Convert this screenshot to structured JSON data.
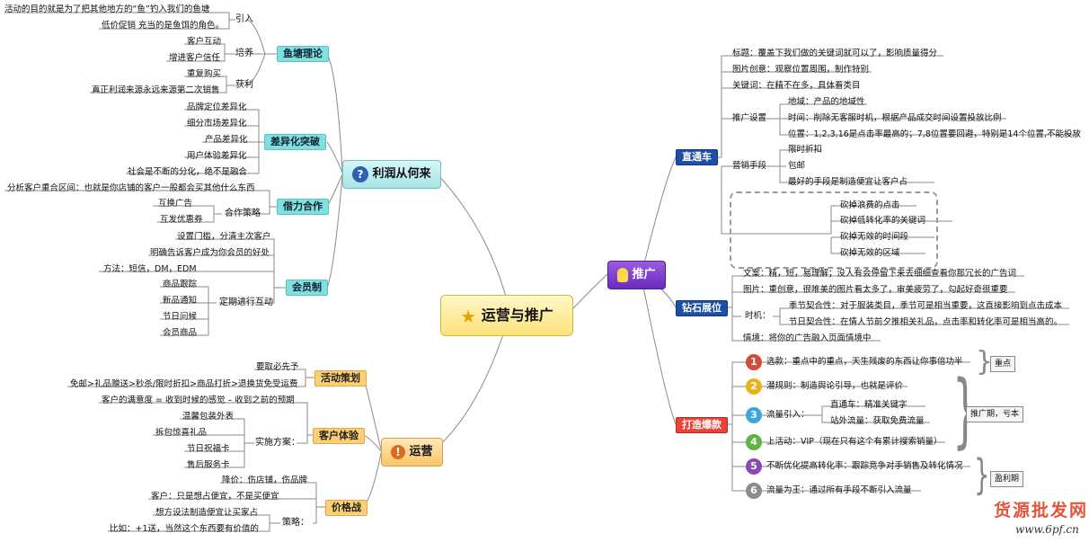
{
  "center": {
    "label": "运营与推广"
  },
  "profit": {
    "label": "利润从何来",
    "pond": {
      "label": "鱼塘理论",
      "groups": [
        {
          "label": "引入",
          "items": [
            "活动的目的就是为了把其他地方的“鱼”钓入我们的鱼塘",
            "低价促销 充当的是鱼饵的角色。"
          ]
        },
        {
          "label": "培养",
          "items": [
            "客户互动",
            "增进客户信任"
          ]
        },
        {
          "label": "获利",
          "items": [
            "重复购买",
            "真正利润来源永远来源第二次销售"
          ]
        }
      ]
    },
    "diff": {
      "label": "差异化突破",
      "items": [
        "品牌定位差异化",
        "细分市场差异化",
        "产品差异化",
        "用户体验差异化",
        "社会是不断的分化，绝不是融合"
      ]
    },
    "coop": {
      "label": "借力合作",
      "note": "分析客户重合区间：也就是你店铺的客户一般都会买其他什么东西",
      "strategy": {
        "label": "合作策略",
        "items": [
          "互换广告",
          "互发优惠券"
        ]
      }
    },
    "member": {
      "label": "会员制",
      "items": [
        "设置门槛，分清主次客户",
        "明确告诉客户成为你会员的好处",
        "方法：短信，DM，EDM"
      ],
      "interact": {
        "label": "定期进行互动",
        "items": [
          "商品跟踪",
          "新品通知",
          "节日问候",
          "会员商品"
        ]
      }
    }
  },
  "ops": {
    "label": "运营",
    "campaign": {
      "label": "活动策划",
      "items": [
        "要取必先予",
        "免邮>礼品赠送>秒杀/限时折扣>商品打折>退换货免受运费"
      ]
    },
    "experience": {
      "label": "客户体验",
      "formula": "客户的满意度 = 收到时候的感觉 – 收到之前的预期",
      "plan": {
        "label": "实施方案：",
        "items": [
          "温馨包装外表",
          "拆包惊喜礼品",
          "节日祝福卡",
          "售后服务卡"
        ]
      }
    },
    "price": {
      "label": "价格战",
      "items": [
        "降价：伤店铺，伤品牌",
        "客户：只是想占便宜，不是买便宜"
      ],
      "strategy": {
        "label": "策略：",
        "items": [
          "想方设法制造便宜让买家占",
          "比如：+1送，当然这个东西要有价值的"
        ]
      }
    }
  },
  "promo": {
    "label": "推广",
    "ztc": {
      "label": "直通车",
      "items": [
        "标题：覆盖下我们做的关键词就可以了，影响质量得分",
        "图片创意：观察位置周围，制作特别",
        "关键词：在精不在多，具体看类目"
      ],
      "settings": {
        "label": "推广设置",
        "items": [
          "地域：产品的地域性",
          "时间：削除无客服时机，根据产品成交时间设置投放比例",
          "位置：1,2,3,16是点击率最高的；7,8位置要回避，特别是14个位置,不能投放"
        ]
      },
      "marketing": {
        "label": "营销手段",
        "items": [
          "限时折扣",
          "包邮",
          "最好的手段是制造便宜让客户占"
        ]
      },
      "cut": [
        "砍掉浪费的点击",
        "砍掉低转化率的关键词",
        "砍掉无效的时间段",
        "砍掉无效的区域"
      ]
    },
    "zs": {
      "label": "钻石展位",
      "items": [
        "文案：精，短，易理解；没人有会停留下来去细细查看你那冗长的广告词",
        "图片：重创意，很唯美的图片看太多了，审美疲劳了，勾起好奇很重要"
      ],
      "timing": {
        "label": "时机：",
        "items": [
          "季节契合性：对于服装类目，季节可是相当重要，这直接影响到点击成本",
          "节日契合性：在情人节前夕推相关礼品，点击率和转化率可是相当高的。"
        ]
      },
      "scene": "情境：将你的广告融入页面情境中"
    },
    "hot": {
      "label": "打造爆款",
      "steps": [
        {
          "n": "1",
          "text": "选款：重点中的重点，天生残废的东西让你事倍功半"
        },
        {
          "n": "2",
          "text": "潜规则：制造舆论引导，也就是评价"
        },
        {
          "n": "3",
          "text": "流量引入："
        },
        {
          "n": "4",
          "text": "上活动：VIP（现在只有这个有累计搜索销量）"
        },
        {
          "n": "5",
          "text": "不断优化提高转化率：跟踪竞争对手销售及转化情况"
        },
        {
          "n": "6",
          "text": "流量为王：通过所有手段不断引入流量"
        }
      ],
      "traffic": [
        "直通车：精准关键字",
        "站外流量：获取免费流量"
      ],
      "phases": [
        "重点",
        "推广期，亏本",
        "盈利期"
      ]
    }
  },
  "watermark": {
    "title": "货源批发网",
    "url": "www.6pf.cn"
  }
}
